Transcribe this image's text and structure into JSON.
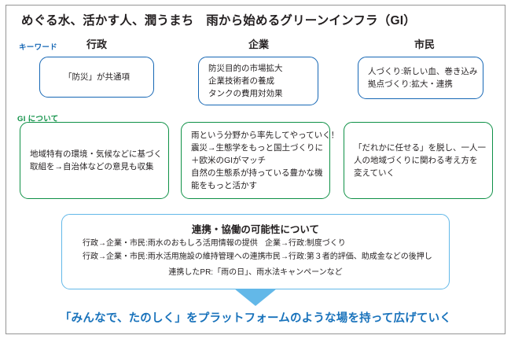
{
  "title": "めぐる水、活かす人、潤うまち　雨から始めるグリーンインフラ（GI）",
  "sections": {
    "keyword_label": "キーワード",
    "gi_label": "GI について"
  },
  "columns": [
    {
      "header": "行政"
    },
    {
      "header": "企業"
    },
    {
      "header": "市民"
    }
  ],
  "keyword_boxes": [
    {
      "lines": [
        "「防災」が共通項"
      ]
    },
    {
      "lines": [
        "防災目的の市場拡大",
        "企業技術者の養成",
        "タンクの費用対効果"
      ]
    },
    {
      "lines": [
        "人づくり:新しい血、巻き込み",
        "拠点づくり:拡大・連携"
      ]
    }
  ],
  "gi_boxes": [
    {
      "lines": [
        "地域特有の環境・気候などに基づく",
        "取組を→自治体などの意見も収集"
      ]
    },
    {
      "lines": [
        "雨という分野から率先してやっていく！",
        "震災→生態学をもっと国土づくりに",
        "＋欧米のGIがマッチ",
        "自然の生態系が持っている豊かな機",
        "能をもっと活かす"
      ]
    },
    {
      "lines": [
        "「だれかに任せる」を脱し、一人一",
        "人の地域づくりに関わる考え方を",
        "変えていく"
      ]
    }
  ],
  "collaboration": {
    "title": "連携・協働の可能性について",
    "rows": [
      {
        "left": "行政→企業・市民:雨水のおもしろ活用情報の提供",
        "right": "企業→行政:制度づくり"
      },
      {
        "left": "行政→企業・市民:雨水活用施設の維持管理への連携",
        "right": "市民→行政:第３者的評価、助成金などの後押し"
      }
    ],
    "footer": "連携したPR:「雨の日」、雨水法キャンペーンなど"
  },
  "conclusion": "「みんなで、たのしく」をプラットフォームのような場を持って広げていく",
  "colors": {
    "blue": "#1667b5",
    "green": "#0e9046",
    "light_blue": "#63b8e8",
    "conclusion_blue": "#1872bb",
    "frame_gray": "#949494",
    "text": "#231f20"
  }
}
